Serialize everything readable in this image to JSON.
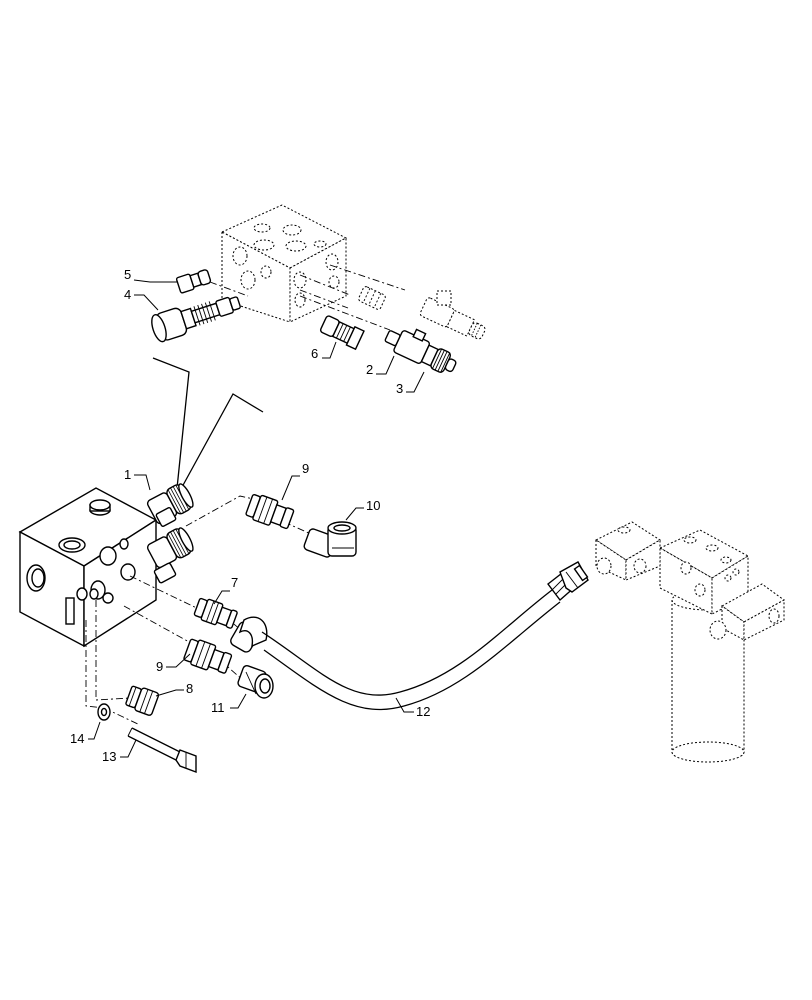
{
  "callouts": {
    "c1": "1",
    "c2": "2",
    "c3": "3",
    "c4": "4",
    "c5": "5",
    "c6": "6",
    "c7": "7",
    "c8": "8",
    "c9a": "9",
    "c9b": "9",
    "c10": "10",
    "c11": "11",
    "c12": "12",
    "c13": "13",
    "c14": "14"
  }
}
